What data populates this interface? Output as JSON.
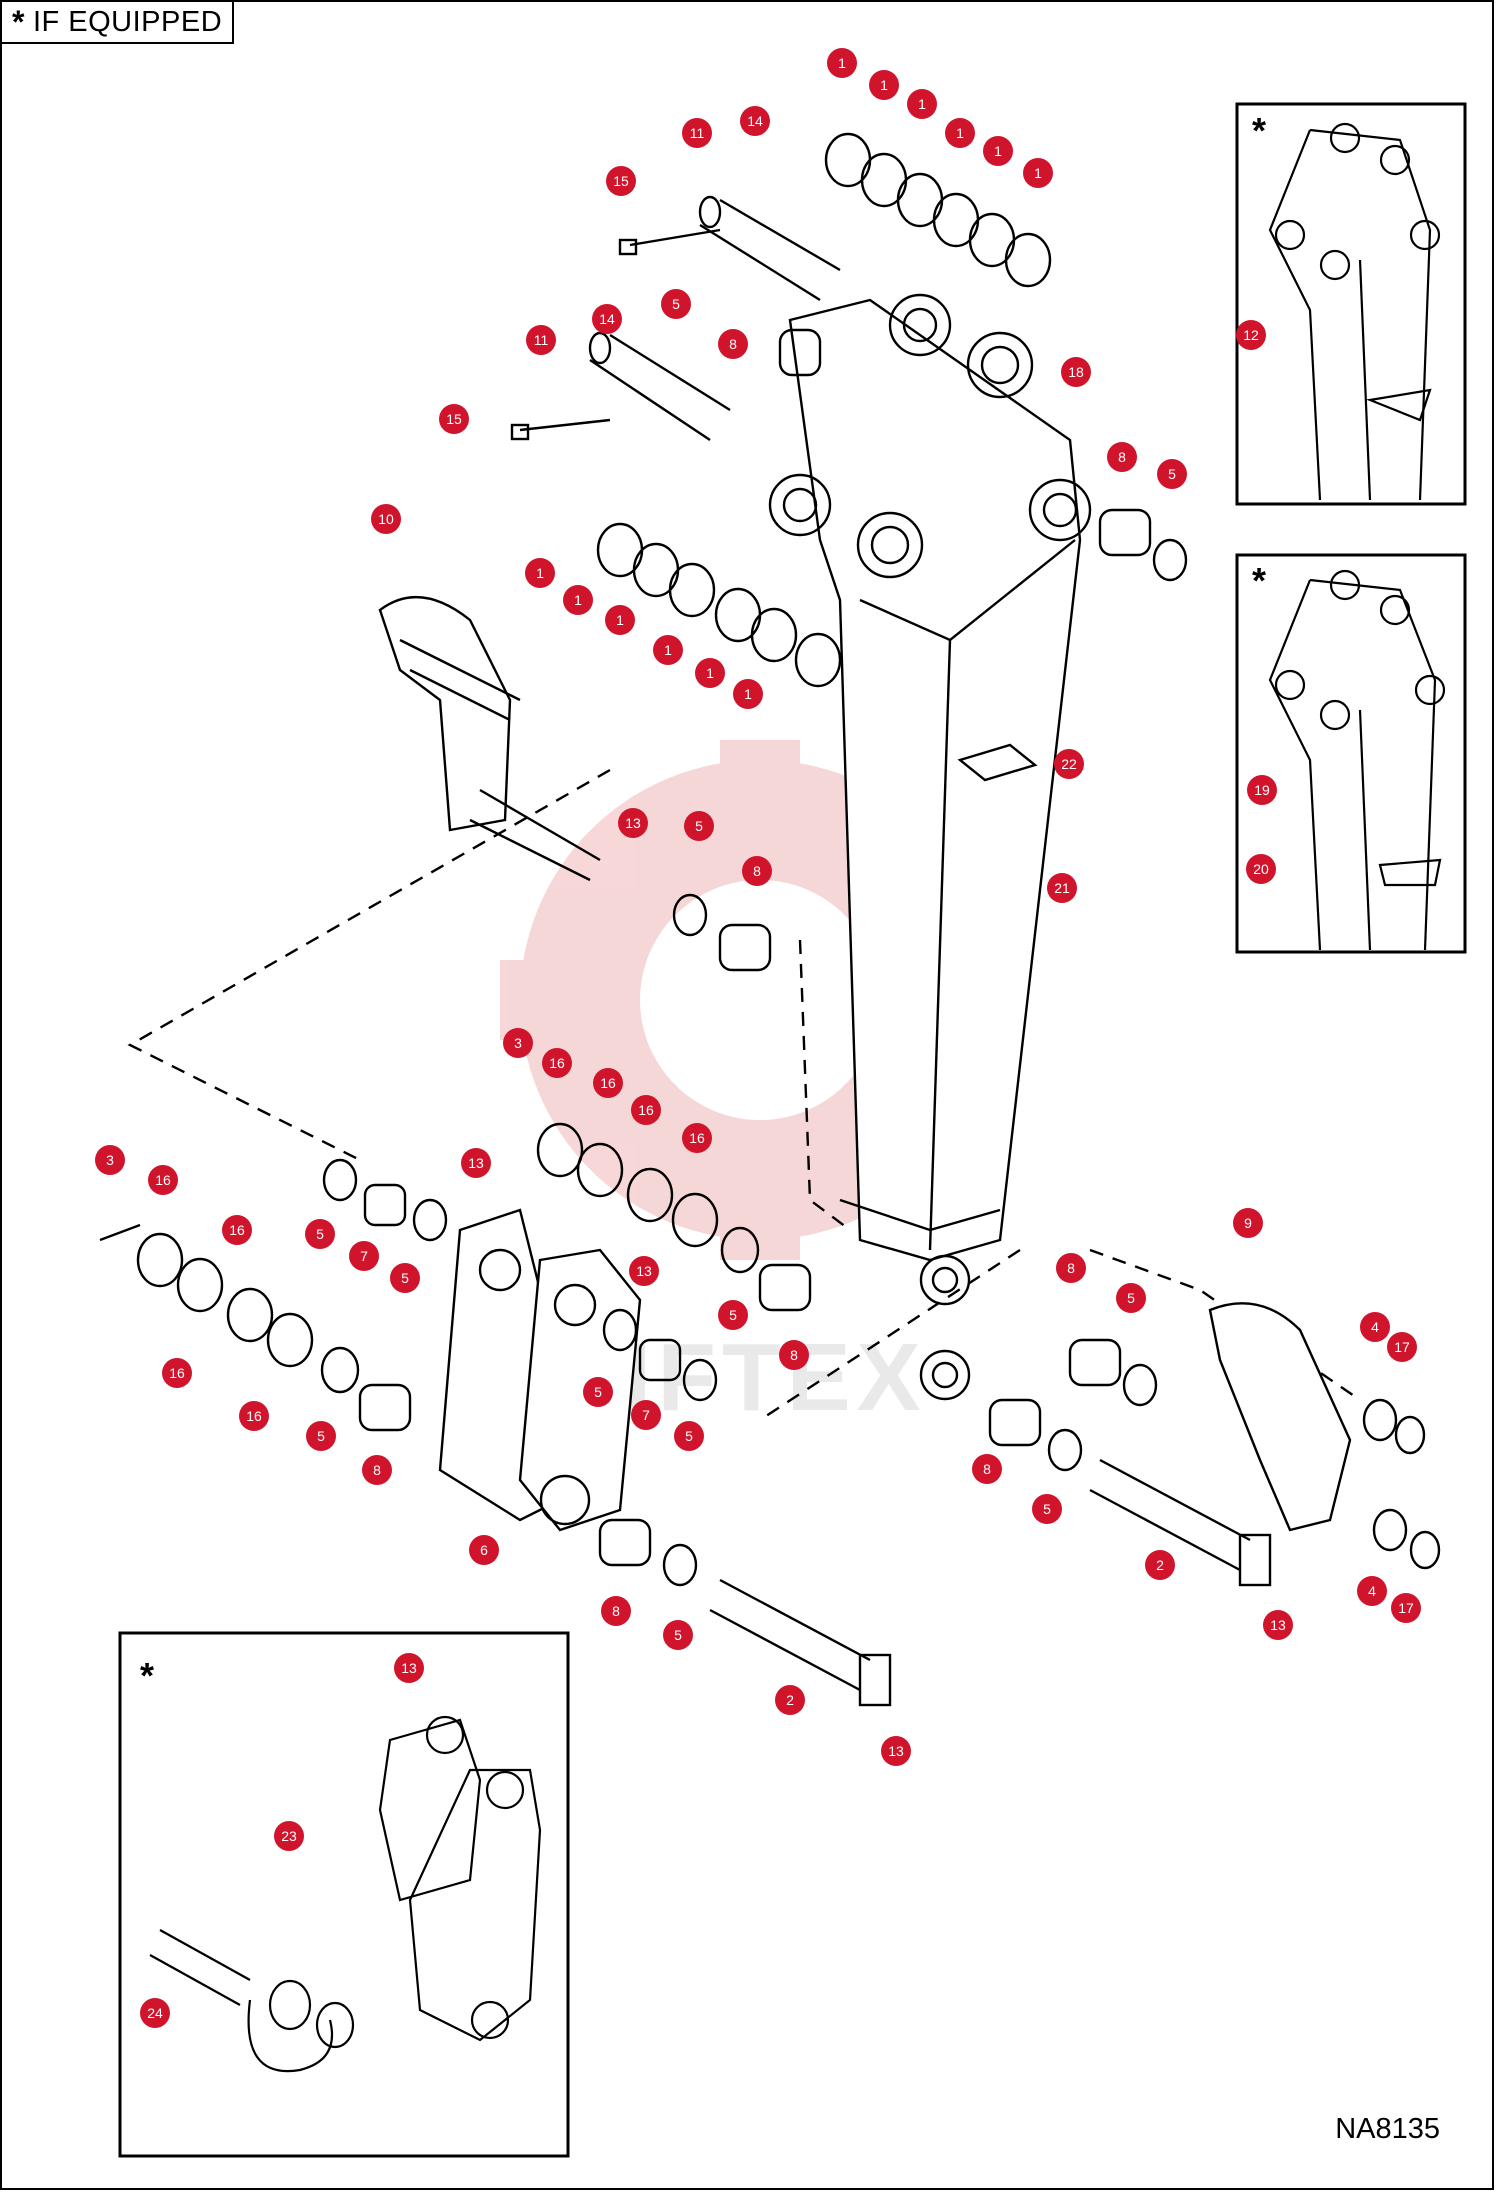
{
  "header": {
    "asterisk": "*",
    "note": "IF EQUIPPED"
  },
  "footer": {
    "drawing_code": "NA8135"
  },
  "insets": [
    {
      "id": "inset-top-right",
      "asterisk": "*",
      "callouts": [
        "12"
      ]
    },
    {
      "id": "inset-mid-right",
      "asterisk": "*",
      "callouts": [
        "19",
        "20"
      ]
    },
    {
      "id": "inset-bottom-left",
      "asterisk": "*",
      "callouts": [
        "13",
        "23",
        "24"
      ]
    }
  ],
  "watermark": {
    "text": "LIFTEX",
    "color": "#f2c9c9"
  },
  "colors": {
    "callout_fill": "#d0142c",
    "callout_text": "#ffffff",
    "line": "#000000"
  },
  "callouts": [
    {
      "num": "1"
    },
    {
      "num": "1"
    },
    {
      "num": "1"
    },
    {
      "num": "1"
    },
    {
      "num": "1"
    },
    {
      "num": "1"
    },
    {
      "num": "11"
    },
    {
      "num": "14"
    },
    {
      "num": "15"
    },
    {
      "num": "5"
    },
    {
      "num": "11"
    },
    {
      "num": "14"
    },
    {
      "num": "8"
    },
    {
      "num": "15"
    },
    {
      "num": "18"
    },
    {
      "num": "8"
    },
    {
      "num": "5"
    },
    {
      "num": "10"
    },
    {
      "num": "1"
    },
    {
      "num": "1"
    },
    {
      "num": "1"
    },
    {
      "num": "1"
    },
    {
      "num": "1"
    },
    {
      "num": "1"
    },
    {
      "num": "22"
    },
    {
      "num": "13"
    },
    {
      "num": "5"
    },
    {
      "num": "8"
    },
    {
      "num": "21"
    },
    {
      "num": "3"
    },
    {
      "num": "16"
    },
    {
      "num": "16"
    },
    {
      "num": "16"
    },
    {
      "num": "16"
    },
    {
      "num": "13"
    },
    {
      "num": "3"
    },
    {
      "num": "16"
    },
    {
      "num": "16"
    },
    {
      "num": "5"
    },
    {
      "num": "7"
    },
    {
      "num": "5"
    },
    {
      "num": "13"
    },
    {
      "num": "9"
    },
    {
      "num": "8"
    },
    {
      "num": "5"
    },
    {
      "num": "5"
    },
    {
      "num": "8"
    },
    {
      "num": "4"
    },
    {
      "num": "17"
    },
    {
      "num": "16"
    },
    {
      "num": "16"
    },
    {
      "num": "5"
    },
    {
      "num": "5"
    },
    {
      "num": "7"
    },
    {
      "num": "5"
    },
    {
      "num": "8"
    },
    {
      "num": "8"
    },
    {
      "num": "5"
    },
    {
      "num": "6"
    },
    {
      "num": "2"
    },
    {
      "num": "8"
    },
    {
      "num": "5"
    },
    {
      "num": "2"
    },
    {
      "num": "13"
    },
    {
      "num": "4"
    },
    {
      "num": "17"
    },
    {
      "num": "13"
    },
    {
      "num": "12"
    },
    {
      "num": "19"
    },
    {
      "num": "20"
    },
    {
      "num": "13"
    },
    {
      "num": "23"
    },
    {
      "num": "24"
    }
  ]
}
